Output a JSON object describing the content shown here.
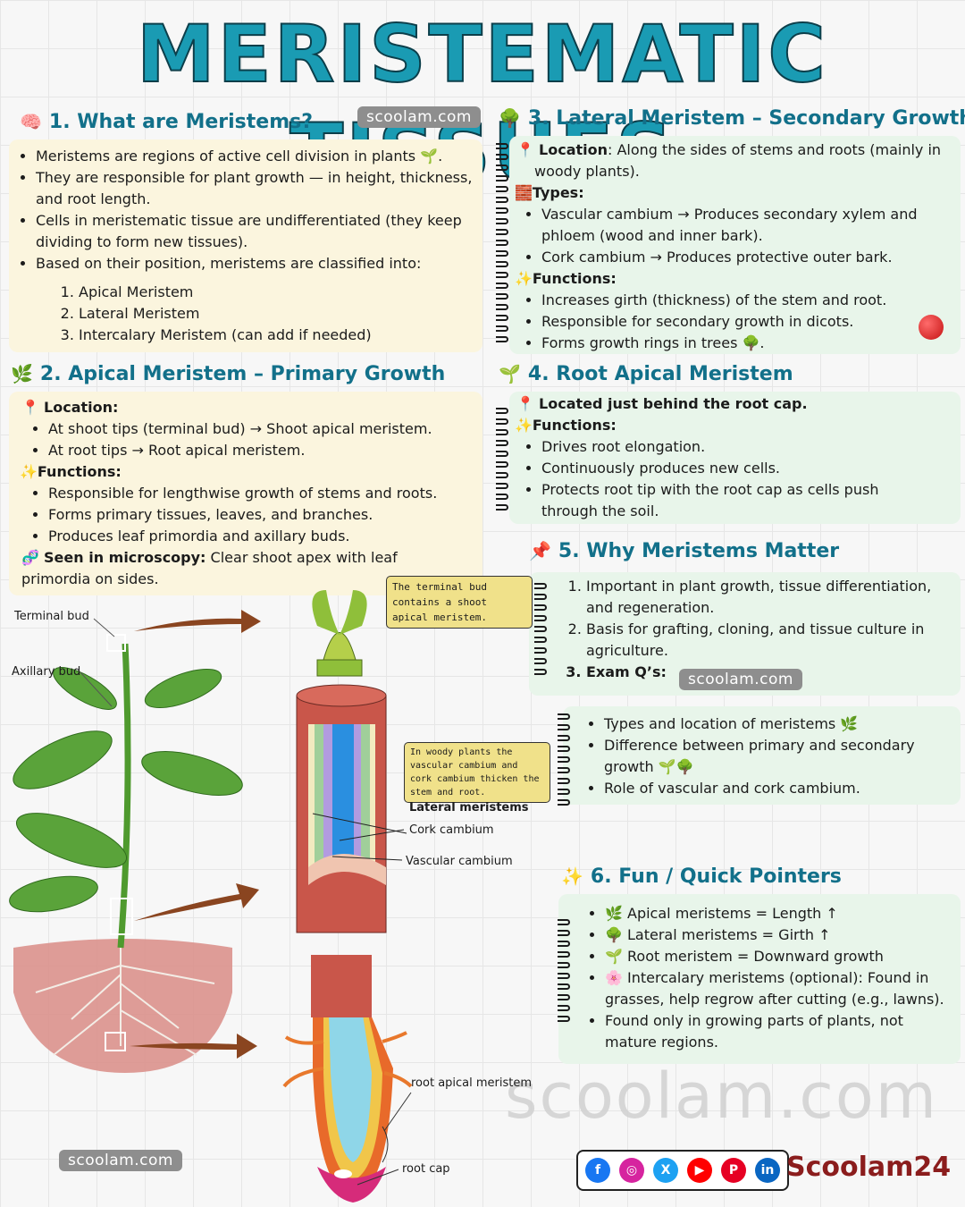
{
  "title": "MERISTEMATIC TISSUES",
  "watermark": "scoolam.com",
  "colors": {
    "heading": "#12708a",
    "yellow_card": "#fbf5de",
    "green_card": "#e8f5ea"
  },
  "s1": {
    "title": "1. What are Meristems?",
    "bullets": [
      "Meristems are regions of active cell division in plants 🌱.",
      "They are responsible for plant growth — in height, thickness, and root length.",
      "Cells in meristematic tissue are undifferentiated (they keep dividing to form new tissues).",
      "Based on their position, meristems are classified into:"
    ],
    "list": [
      "Apical Meristem",
      "Lateral Meristem",
      "Intercalary Meristem (can add if needed)"
    ]
  },
  "s2": {
    "title": "2. Apical Meristem – Primary Growth",
    "location_label": "Location:",
    "location": [
      "At shoot tips (terminal bud) → Shoot apical meristem.",
      "At root tips → Root apical meristem."
    ],
    "functions_label": "Functions:",
    "functions": [
      "Responsible for lengthwise growth of stems and roots.",
      "Forms primary tissues, leaves, and branches.",
      "Produces leaf primordia and axillary buds."
    ],
    "microscopy_label": "Seen in microscopy:",
    "microscopy": "Clear shoot apex with leaf primordia on sides."
  },
  "s3": {
    "title": "3. Lateral Meristem – Secondary Growth",
    "location_label": "Location",
    "location": ": Along the sides of stems and roots (mainly in woody plants).",
    "types_label": "Types:",
    "types": [
      "Vascular cambium → Produces secondary xylem and phloem (wood and inner bark).",
      "Cork cambium → Produces protective outer bark."
    ],
    "functions_label": "Functions:",
    "functions": [
      "Increases girth (thickness) of the stem and root.",
      "Responsible for secondary growth in dicots.",
      "Forms growth rings in trees 🌳."
    ]
  },
  "s4": {
    "title": "4. Root Apical Meristem",
    "located": "Located just behind the root cap.",
    "functions_label": "Functions:",
    "functions": [
      "Drives root elongation.",
      "Continuously produces new cells.",
      "Protects root tip with the root cap as cells push through the soil."
    ]
  },
  "s5": {
    "title": "5. Why Meristems Matter",
    "list": [
      "Important in plant growth, tissue differentiation, and regeneration.",
      "Basis for grafting, cloning, and tissue culture in agriculture.",
      "Exam Q’s:"
    ],
    "exam": [
      "Types and location of meristems 🌿",
      "Difference between primary and secondary growth 🌱🌳",
      "Role of vascular and cork cambium."
    ]
  },
  "s6": {
    "title": "6. Fun / Quick Pointers",
    "bullets": [
      "🌿 Apical meristems = Length ↑",
      "🌳 Lateral meristems = Girth ↑",
      "🌱 Root meristem = Downward growth",
      "🌸 Intercalary meristems (optional): Found in grasses, help regrow after cutting (e.g., lawns).",
      "Found only in growing parts of plants, not mature regions."
    ]
  },
  "diagram": {
    "terminal_bud": "Terminal bud",
    "axillary_bud": "Axillary bud",
    "callout1": "The terminal bud contains a shoot apical meristem.",
    "callout2": "In woody plants the vascular cambium and cork cambium thicken the stem and root.",
    "lateral": "Lateral meristems",
    "cork": "Cork cambium",
    "vascular": "Vascular cambium",
    "ram": "root apical meristem",
    "rootcap": "root cap"
  },
  "footer": {
    "brand": "Scoolam24",
    "icons": [
      "facebook-icon",
      "instagram-icon",
      "x-icon",
      "youtube-icon",
      "pinterest-icon",
      "linkedin-icon"
    ]
  }
}
